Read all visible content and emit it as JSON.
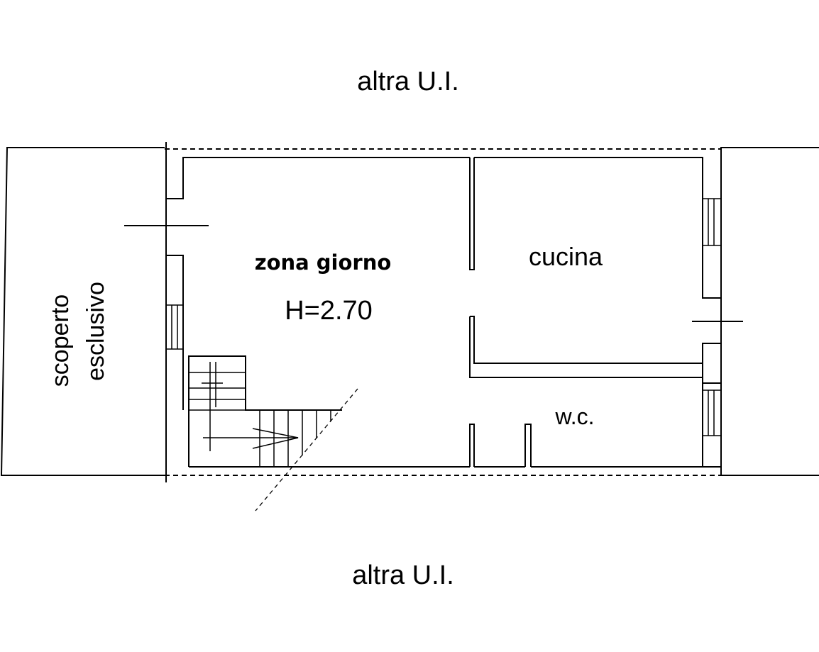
{
  "labels": {
    "top_neighbor": "altra U.I.",
    "bottom_neighbor": "altra U.I.",
    "living_zone": "zona giorno",
    "ceiling_height": "H=2.70",
    "kitchen": "cucina",
    "wc": "w.c.",
    "outdoor_line1": "scoperto",
    "outdoor_line2": "esclusivo"
  },
  "colors": {
    "line": "#000000",
    "background": "#ffffff"
  }
}
